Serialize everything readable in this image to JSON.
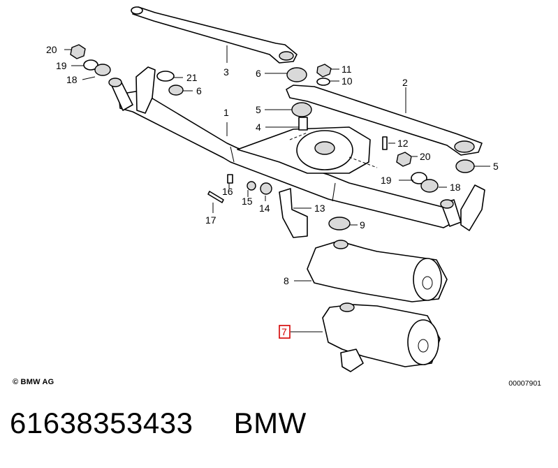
{
  "diagram": {
    "callouts": {
      "c1": "1",
      "c2": "2",
      "c3": "3",
      "c4": "4",
      "c5a": "5",
      "c5b": "5",
      "c6a": "6",
      "c6b": "6",
      "c7": "7",
      "c8": "8",
      "c9": "9",
      "c10": "10",
      "c11": "11",
      "c12": "12",
      "c13": "13",
      "c14": "14",
      "c15": "15",
      "c16": "16",
      "c17": "17",
      "c18a": "18",
      "c18b": "18",
      "c19a": "19",
      "c19b": "19",
      "c20a": "20",
      "c20b": "20",
      "c21": "21"
    },
    "highlighted_callout": "7",
    "highlight_color": "#d40000",
    "copyright": "© BMW AG",
    "diagram_id": "00007901"
  },
  "footer": {
    "part_number": "61638353433",
    "brand": "BMW"
  }
}
